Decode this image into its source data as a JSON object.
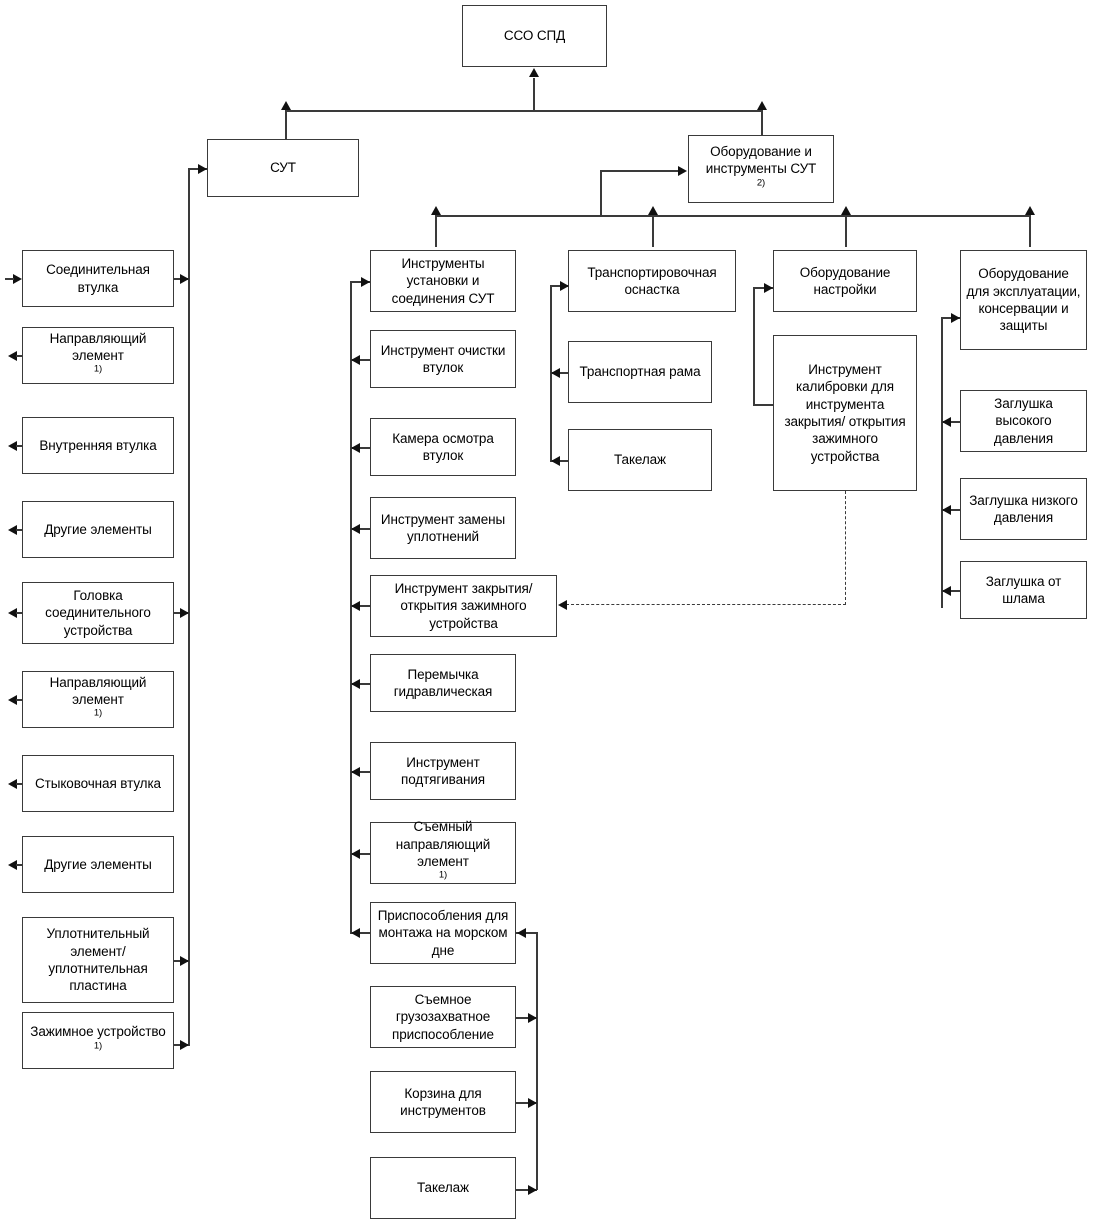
{
  "diagram": {
    "title_box": {
      "label": "ССО СПД"
    },
    "level1": [
      {
        "id": "sut",
        "label": "СУТ"
      },
      {
        "id": "equip_tools_sut",
        "label": "Оборудование и инструменты СУТ",
        "sup": "2)"
      }
    ],
    "column_left": {
      "name": "СУТ components",
      "items": [
        {
          "label": "Соединительная втулка",
          "arrow": "in-left-out-right"
        },
        {
          "label": "Направляющий элемент",
          "sup": "1)",
          "arrow": "out-left"
        },
        {
          "label": "Внутренняя втулка",
          "arrow": "out-left"
        },
        {
          "label": "Другие элементы",
          "arrow": "out-left"
        },
        {
          "label": "Головка соединительного устройства",
          "arrow": "in-left-out-right"
        },
        {
          "label": "Направляющий элемент",
          "sup": "1)",
          "arrow": "out-left"
        },
        {
          "label": "Стыковочная втулка",
          "arrow": "out-left"
        },
        {
          "label": "Другие элементы",
          "arrow": "out-left"
        },
        {
          "label": "Уплотнительный элемент/ уплотнительная пластина",
          "arrow": "out-right"
        },
        {
          "label": "Зажимное устройство",
          "sup": "1)",
          "arrow": "out-right"
        }
      ]
    },
    "column_install": {
      "header": "Инструменты установки и соединения СУТ",
      "items": [
        {
          "label": "Инструмент очистки втулок"
        },
        {
          "label": "Камера осмотра втулок"
        },
        {
          "label": "Инструмент замены уплотнений"
        },
        {
          "label": "Инструмент закрытия/открытия зажимного устройства"
        },
        {
          "label": "Перемычка гидравлическая"
        },
        {
          "label": "Инструмент подтягивания"
        },
        {
          "label": "Съемный направляющий элемент",
          "sup": "1)"
        },
        {
          "label": "Приспособления для монтажа на морском дне"
        },
        {
          "label": "Съемное грузозахватное приспособление"
        },
        {
          "label": "Корзина для инструментов"
        },
        {
          "label": "Такелаж"
        }
      ]
    },
    "column_transport": {
      "header": "Транспортировочная оснастка",
      "items": [
        {
          "label": "Транспортная рама"
        },
        {
          "label": "Такелаж"
        }
      ]
    },
    "column_setup": {
      "header": "Оборудование настройки",
      "items": [
        {
          "label": "Инструмент калибровки для инструмента закрытия/ открытия зажимного устройства"
        }
      ]
    },
    "column_operation": {
      "header": "Оборудование для эксплуатации, консервации и защиты",
      "items": [
        {
          "label": "Заглушка высокого давления"
        },
        {
          "label": "Заглушка низкого давления"
        },
        {
          "label": "Заглушка от шлама"
        }
      ]
    },
    "colors": {
      "line": "#3a3a3a",
      "arrow": "#111111",
      "box_border": "#3a3a3a",
      "background": "#ffffff"
    }
  }
}
